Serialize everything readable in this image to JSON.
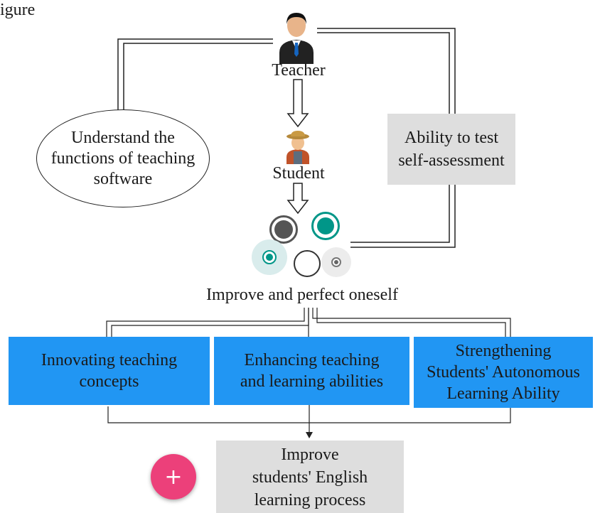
{
  "caption_fragment": "igure",
  "teacher": {
    "label": "Teacher",
    "icon": "businessman-icon"
  },
  "student": {
    "label": "Student",
    "icon": "student-icon"
  },
  "left_ellipse": {
    "text": "Understand the\nfunctions of teaching\nsoftware"
  },
  "right_box": {
    "text": "Ability to test\nself-assessment"
  },
  "circles_caption": "Improve and perfect oneself",
  "blue_boxes": [
    {
      "text": "Innovating teaching\nconcepts"
    },
    {
      "text": "Enhancing teaching\nand learning abilities"
    },
    {
      "text": "Strengthening\nStudents' Autonomous\nLearning Ability"
    }
  ],
  "bottom_box": {
    "text": "Improve\nstudents' English\nlearning process"
  },
  "plus_button": {
    "label": "+"
  },
  "colors": {
    "blue": "#2196F3",
    "teal": "#009688",
    "grey_box": "#dedede",
    "pink": "#ec407a",
    "dark_grey": "#555555"
  }
}
